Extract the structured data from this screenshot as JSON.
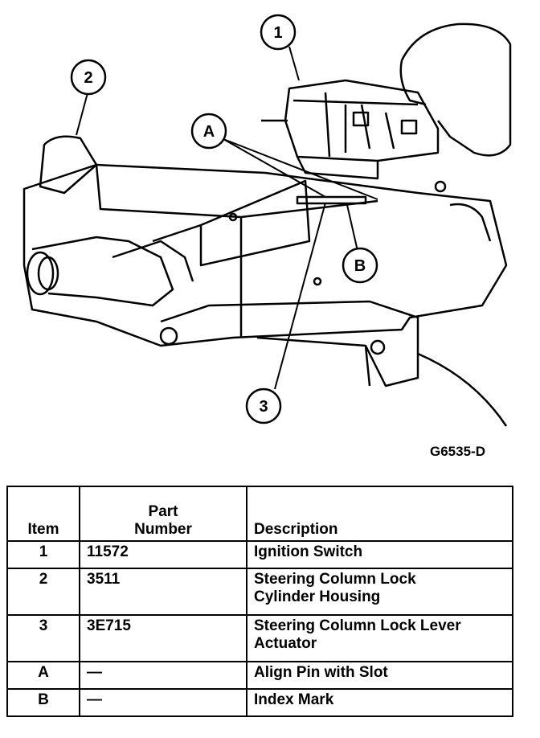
{
  "diagram": {
    "callouts": [
      {
        "id": "1",
        "label": "1"
      },
      {
        "id": "2",
        "label": "2"
      },
      {
        "id": "3",
        "label": "3"
      },
      {
        "id": "A",
        "label": "A"
      },
      {
        "id": "B",
        "label": "B"
      }
    ],
    "figure_code": "G6535-D"
  },
  "table": {
    "headers": {
      "item": "Item",
      "part_line1": "Part",
      "part_line2": "Number",
      "description": "Description"
    },
    "rows": [
      {
        "item": "1",
        "part": "11572",
        "desc_line1": "Ignition Switch",
        "desc_line2": ""
      },
      {
        "item": "2",
        "part": "3511",
        "desc_line1": "Steering Column Lock",
        "desc_line2": "Cylinder Housing"
      },
      {
        "item": "3",
        "part": "3E715",
        "desc_line1": "Steering Column Lock Lever",
        "desc_line2": "Actuator"
      },
      {
        "item": "A",
        "part": "—",
        "desc_line1": "Align Pin with Slot",
        "desc_line2": ""
      },
      {
        "item": "B",
        "part": "—",
        "desc_line1": "Index Mark",
        "desc_line2": ""
      }
    ]
  }
}
